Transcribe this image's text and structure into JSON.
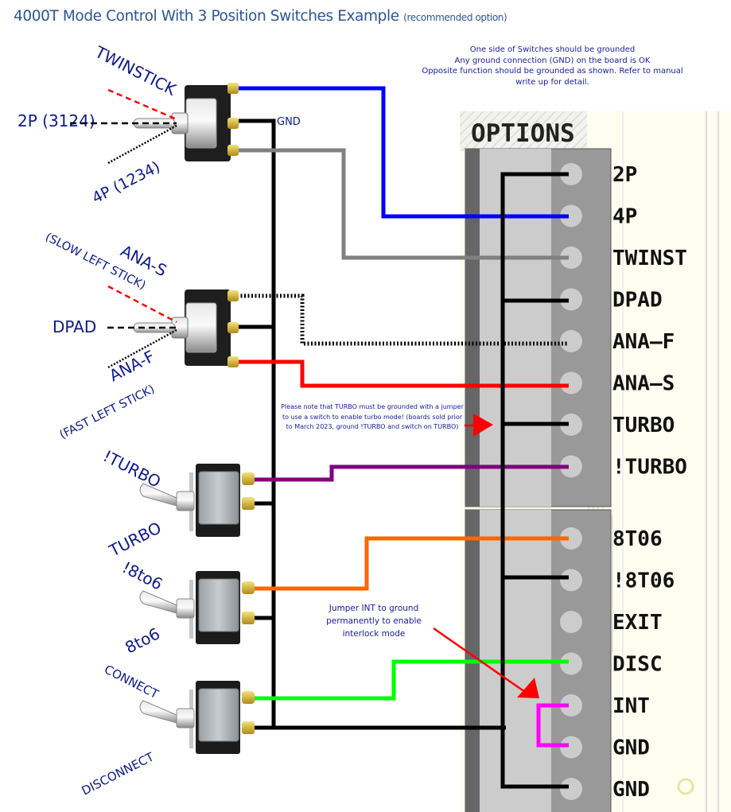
{
  "title": {
    "main": "4000T Mode Control With 3 Position Switches Example",
    "sub": "(recommended option)"
  },
  "notes": {
    "top_lines": [
      "One side of Switches should be grounded",
      "Any ground connection (GND) on the board is OK",
      "Opposite function should be grounded as shown. Refer to manual",
      "write up for detail."
    ],
    "turbo": "Please note that TURBO must be grounded with a jumper to use a switch to enable turbo mode! (boards sold prior to March 2023, ground !TURBO and switch on TURBO)",
    "interlock": "Jumper INT to ground permanently to enable interlock mode"
  },
  "gnd_label": "GND",
  "board": {
    "header": "OPTIONS",
    "colors": {
      "pcb_bg": "#fdfdf0",
      "conn_dark": "#666666",
      "conn_light": "#cccccc",
      "conn_mid": "#999999"
    },
    "pins_block1": [
      "2P",
      "4P",
      "TWINST",
      "DPAD",
      "ANA—F",
      "ANA—S",
      "TURBO",
      "!TURBO"
    ],
    "pins_block2": [
      "8T06",
      "!8T06",
      "EXIT",
      "DISC",
      "INT",
      "GND",
      "GND"
    ]
  },
  "switches": [
    {
      "type": "3-position",
      "labels": {
        "top": "TWINSTICK",
        "middle": "2P (3124)",
        "bottom": "4P (1234)"
      }
    },
    {
      "type": "3-position",
      "labels": {
        "top": "ANA-S",
        "top_sub": "(SLOW LEFT STICK)",
        "middle": "DPAD",
        "bottom": "ANA-F",
        "bottom_sub": "(FAST LEFT STICK)"
      }
    },
    {
      "type": "2-position",
      "labels": {
        "top": "!TURBO",
        "bottom": "TURBO"
      }
    },
    {
      "type": "2-position",
      "labels": {
        "top": "!8to6",
        "bottom": "8to6"
      }
    },
    {
      "type": "2-position",
      "labels": {
        "top": "CONNECT",
        "bottom": "DISCONNECT"
      }
    }
  ],
  "wires": [
    {
      "from": "TWINSTICK switch top",
      "to": "4P",
      "color": "#0000ff"
    },
    {
      "from": "TWINSTICK switch bottom",
      "to": "TWINST",
      "color": "#808080"
    },
    {
      "from": "ANA switch top",
      "to": "ANA-F",
      "color": "#000000",
      "style": "dotted"
    },
    {
      "from": "ANA switch bottom",
      "to": "ANA-S",
      "color": "#ff0000"
    },
    {
      "from": "TURBO switch",
      "to": "!TURBO",
      "color": "#800080"
    },
    {
      "from": "8to6 switch",
      "to": "8T06",
      "color": "#ff6600"
    },
    {
      "from": "CONNECT switch",
      "to": "DISC",
      "color": "#00ff00"
    },
    {
      "from": "INT",
      "to": "GND",
      "color": "#ff00ff",
      "style": "jumper"
    }
  ],
  "colors": {
    "text_blue": "#0d1a8c",
    "title_blue": "#2f5496",
    "arrow_red": "#ff0000",
    "ground": "#000000"
  }
}
